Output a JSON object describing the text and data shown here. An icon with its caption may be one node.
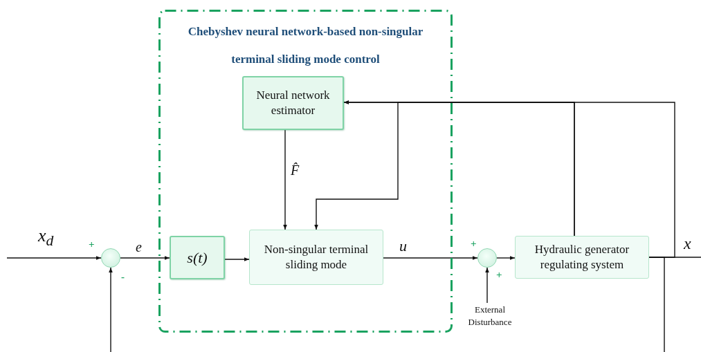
{
  "diagram": {
    "nodes": [
      {
        "text": [
          "Chebyshev neural network-based non-singular terminal sliding mode control"
        ]
      },
      {
        "text": [
          "Neural network estimator"
        ],
        "in": 0
      },
      {
        "text": [
          "s(t)"
        ],
        "in": 0
      },
      {
        "text": [
          "Non-singular terminal sliding mode"
        ],
        "in": 0
      },
      {
        "text": [],
        "shape": "circle"
      },
      {
        "text": [],
        "shape": "circle"
      },
      {
        "text": [
          "Hydraulic generator regulating system"
        ]
      },
      {
        "text": [
          "External Disturbance"
        ]
      }
    ],
    "edges": [
      {
        "from": null,
        "to": 4,
        "arrow": "to",
        "label": "x$_{d}$"
      },
      {
        "from": 4,
        "to": 2,
        "arrow": "to",
        "label": "e"
      },
      {
        "from": 2,
        "to": 3,
        "arrow": "to"
      },
      {
        "from": 1,
        "to": 3,
        "arrow": "to",
        "label": "F̂"
      },
      {
        "from": 3,
        "to": 5,
        "arrow": "to",
        "label": "u"
      },
      {
        "from": 7,
        "to": 5,
        "arrow": "to"
      },
      {
        "from": 5,
        "to": 6,
        "arrow": "to"
      },
      {
        "from": 6,
        "to": null,
        "arrow": "none",
        "label": "x"
      },
      {
        "from": 6,
        "to": 1,
        "arrow": "to"
      },
      {
        "from": 6,
        "to": 1,
        "arrow": "to"
      },
      {
        "from": 6,
        "to": 3,
        "arrow": "to"
      },
      {
        "from": 6,
        "to": 4,
        "arrow": "to"
      }
    ],
    "labels": [
      "+",
      "-",
      "+",
      "+"
    ]
  }
}
